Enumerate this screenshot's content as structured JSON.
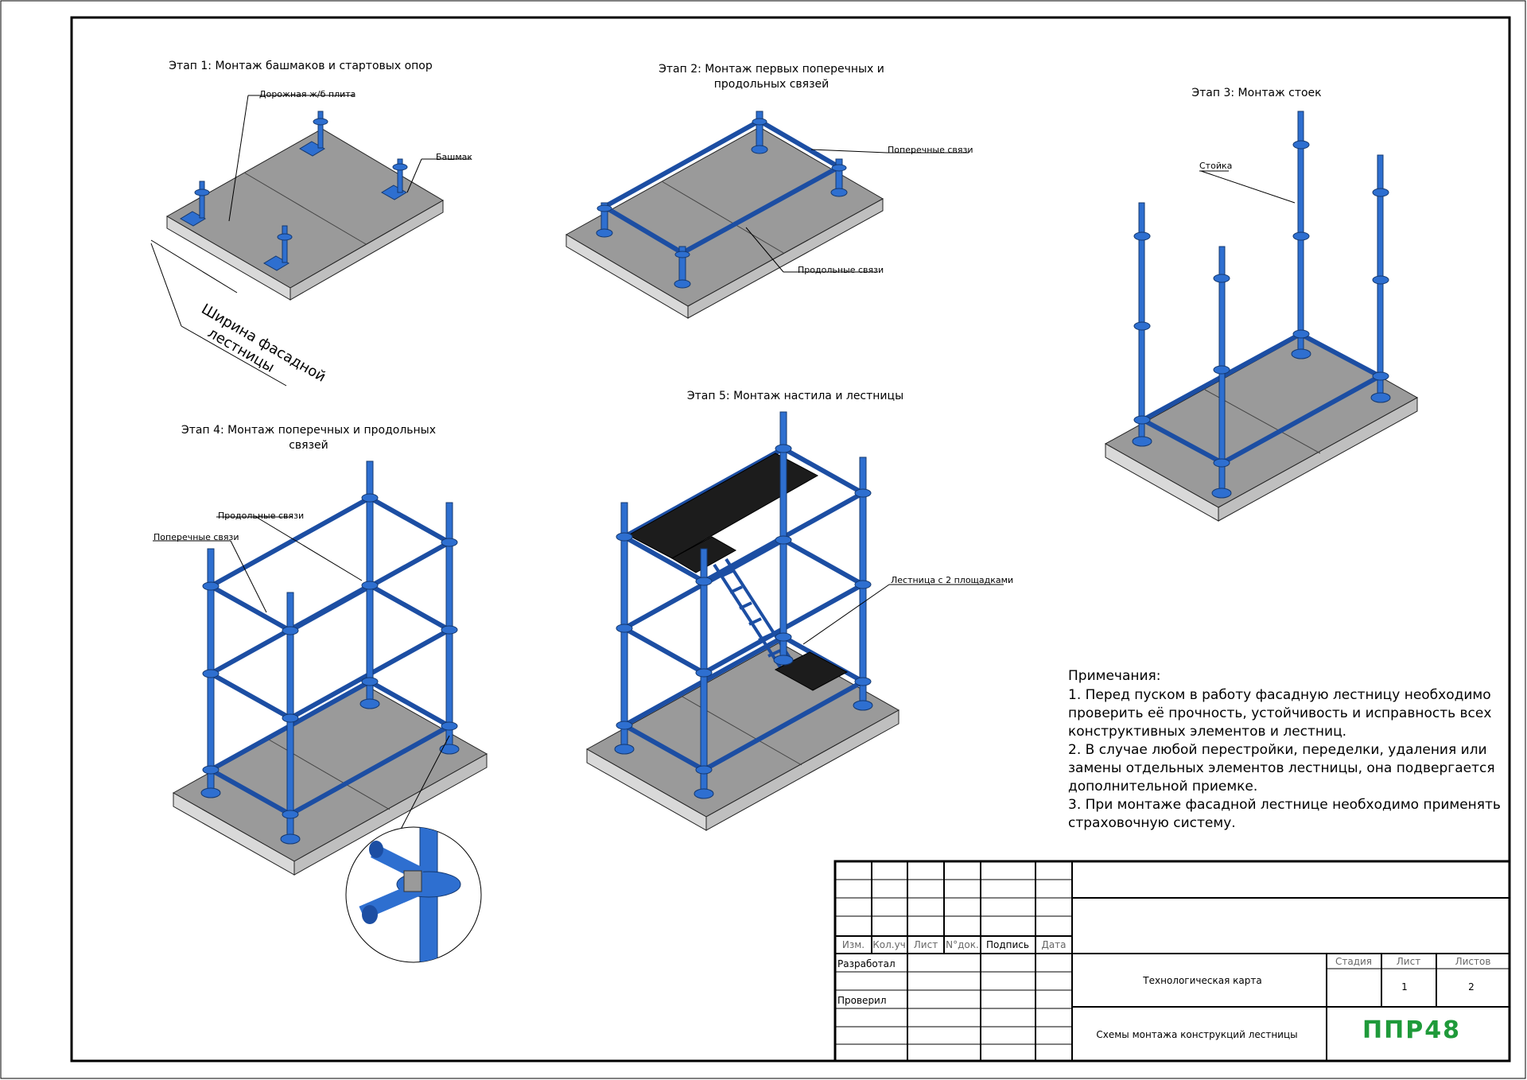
{
  "stages": {
    "s1": "Этап 1: Монтаж башмаков и стартовых опор",
    "s2_l1": "Этап 2: Монтаж первых поперечных и",
    "s2_l2": "продольных связей",
    "s3": "Этап 3: Монтаж стоек",
    "s4_l1": "Этап 4: Монтаж поперечных и продольных",
    "s4_l2": "связей",
    "s5": "Этап 5: Монтаж настила и лестницы"
  },
  "callouts": {
    "road_slab": "Дорожная ж/б плита",
    "shoe": "Башмак",
    "cross_ties": "Поперечные связи",
    "long_ties": "Продольные связи",
    "post": "Стойка",
    "long_ties_4": "Продольные связи",
    "cross_ties_4": "Поперечные связи",
    "ladder": "Лестница с 2 площадками",
    "width_l1": "Ширина фасадной",
    "width_l2": "лестницы"
  },
  "notes": {
    "heading": "Примечания:",
    "lines": [
      "1.   Перед пуском в работу фасадную лестницу необходимо",
      "проверить её прочность, устойчивость и исправность всех",
      "конструктивных элементов и лестниц.",
      "2.   В случае любой перестройки, переделки, удаления или",
      "замены отдельных элементов лестницы, она подвергается",
      "дополнительной приемке.",
      "3.   При монтаже фасадной лестнице необходимо применять",
      "страховочную систему."
    ]
  },
  "title_block": {
    "col_headers": [
      "Изм.",
      "Кол.уч",
      "Лист",
      "N°док.",
      "Подпись",
      "Дата"
    ],
    "developed": "Разработал",
    "checked": "Проверил",
    "doc_type": "Технологическая карта",
    "doc_title": "Схемы монтажа конструкций лестницы",
    "stage_label": "Стадия",
    "sheet_label": "Лист",
    "sheets_label": "Листов",
    "sheet_value": "1",
    "sheets_value": "2",
    "company": "ППР48"
  },
  "colors": {
    "steel": "#2e6fd0",
    "steel_dark": "#1c4ea3",
    "slab_top": "#9a9a9a",
    "slab_side": "#d9d9d9",
    "deck": "#1c1c1c",
    "company": "#1f9a3a"
  }
}
